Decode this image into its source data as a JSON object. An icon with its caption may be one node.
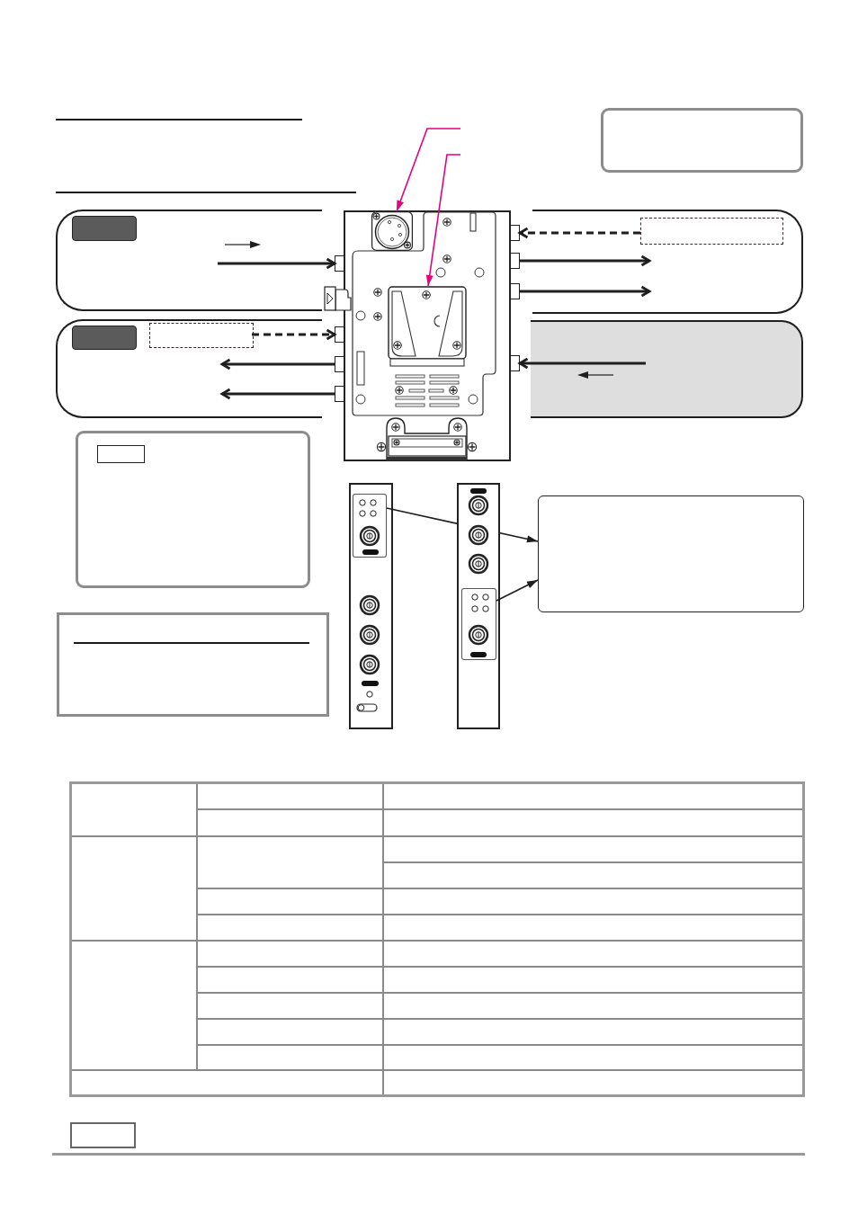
{
  "diagram": {
    "nodes": [
      {
        "text": [],
        "shape": "box"
      },
      {
        "text": [],
        "shape": "box"
      },
      {
        "text": [],
        "shape": "box",
        "in": 1
      },
      {
        "text": [],
        "shape": "box"
      },
      {
        "text": [],
        "shape": "box",
        "in": 3
      },
      {
        "text": [],
        "shape": "box",
        "in": 3
      },
      {
        "text": [],
        "shape": "picture"
      },
      {
        "text": [],
        "shape": "picture",
        "in": 6
      },
      {
        "text": [],
        "shape": "picture",
        "in": 6
      },
      {
        "text": [],
        "shape": "box"
      },
      {
        "text": [],
        "shape": "box"
      },
      {
        "text": [],
        "shape": "box"
      },
      {
        "text": [],
        "shape": "box"
      },
      {
        "text": [],
        "shape": "box"
      },
      {
        "text": [],
        "shape": "box"
      },
      {
        "text": [],
        "shape": "box"
      },
      {
        "text": [],
        "shape": "box"
      },
      {
        "text": [],
        "shape": "box"
      },
      {
        "text": [],
        "shape": "box",
        "in": 17
      },
      {
        "text": [],
        "shape": "box"
      },
      {
        "text": [],
        "shape": "box"
      },
      {
        "text": [],
        "shape": "box",
        "in": 20
      },
      {
        "text": [],
        "shape": "box"
      },
      {
        "text": [],
        "shape": "picture"
      },
      {
        "text": [],
        "shape": "box",
        "in": 23
      },
      {
        "text": [],
        "shape": "picture"
      },
      {
        "text": [],
        "shape": "box",
        "in": 25
      },
      {
        "text": [],
        "shape": "box"
      },
      {
        "text": [],
        "shape": "box"
      }
    ],
    "edges": [
      {
        "from": null,
        "to": 9,
        "arrow": "to"
      },
      {
        "from": 5,
        "to": 10,
        "arrow": "to",
        "style": "dashed"
      },
      {
        "from": 11,
        "to": 5,
        "arrow": "to"
      },
      {
        "from": 12,
        "to": 3,
        "arrow": "to"
      },
      {
        "from": 18,
        "to": 13,
        "arrow": "to",
        "style": "dashed"
      },
      {
        "from": 14,
        "to": 18,
        "arrow": "to"
      },
      {
        "from": 15,
        "to": 17,
        "arrow": "to"
      },
      {
        "from": 19,
        "to": 16,
        "arrow": "to"
      },
      {
        "from": null,
        "to": 7,
        "arrow": "to",
        "color": "#e4007f"
      },
      {
        "from": null,
        "to": 8,
        "arrow": "to",
        "color": "#e4007f"
      },
      {
        "from": 24,
        "to": 27,
        "arrow": "to"
      },
      {
        "from": 26,
        "to": 27,
        "arrow": "to"
      }
    ]
  }
}
